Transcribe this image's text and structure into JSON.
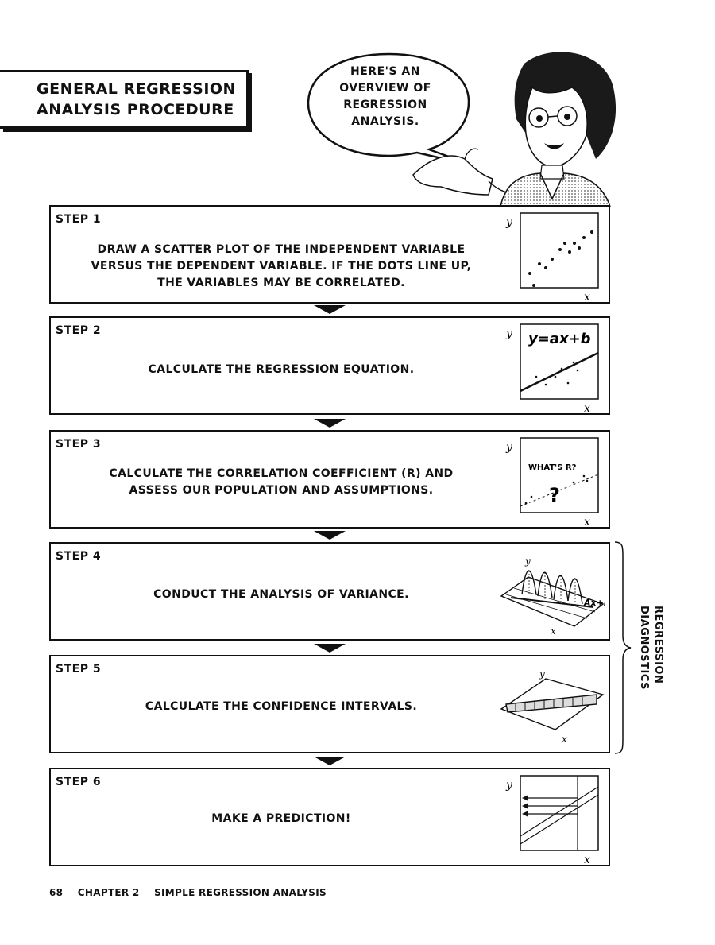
{
  "title": {
    "line1": "GENERAL REGRESSION",
    "line2": "ANALYSIS PROCEDURE"
  },
  "speech_bubble": {
    "lines": [
      "HERE'S AN",
      "OVERVIEW OF",
      "REGRESSION",
      "ANALYSIS."
    ]
  },
  "steps": [
    {
      "label": "STEP 1",
      "lines": [
        "DRAW A SCATTER PLOT OF THE INDEPENDENT VARIABLE",
        "VERSUS THE DEPENDENT VARIABLE. IF THE DOTS LINE UP,",
        "THE VARIABLES MAY BE CORRELATED."
      ]
    },
    {
      "label": "STEP 2",
      "lines": [
        "CALCULATE THE REGRESSION EQUATION."
      ],
      "illus_text": "y=ax+b"
    },
    {
      "label": "STEP 3",
      "lines": [
        "CALCULATE THE CORRELATION COEFFICIENT (R) AND",
        "ASSESS OUR POPULATION AND ASSUMPTIONS."
      ],
      "illus_text": "WHAT'S R?",
      "illus_mark": "?"
    },
    {
      "label": "STEP 4",
      "lines": [
        "CONDUCT THE ANALYSIS OF VARIANCE."
      ],
      "illus_text": "Ax+B"
    },
    {
      "label": "STEP 5",
      "lines": [
        "CALCULATE THE CONFIDENCE INTERVALS."
      ]
    },
    {
      "label": "STEP 6",
      "lines": [
        "MAKE A PREDICTION!"
      ]
    }
  ],
  "axis_labels": {
    "y": "y",
    "x": "x"
  },
  "side_label": {
    "line1": "REGRESSION",
    "line2": "DIAGNOSTICS"
  },
  "footer": {
    "page_number": "68",
    "chapter": "CHAPTER 2",
    "chapter_title": "SIMPLE REGRESSION ANALYSIS"
  }
}
